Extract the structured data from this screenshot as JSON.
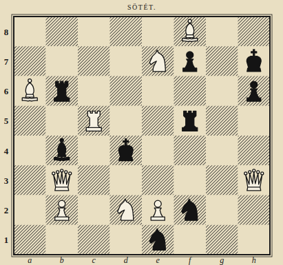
{
  "diagram": {
    "title": "SÖTÉT.",
    "labels": [
      "8",
      "7",
      "6",
      "5",
      "4",
      "3",
      "2",
      "1",
      "a",
      "b",
      "c",
      "d",
      "e",
      "f",
      "g",
      "h"
    ]
  }
}
